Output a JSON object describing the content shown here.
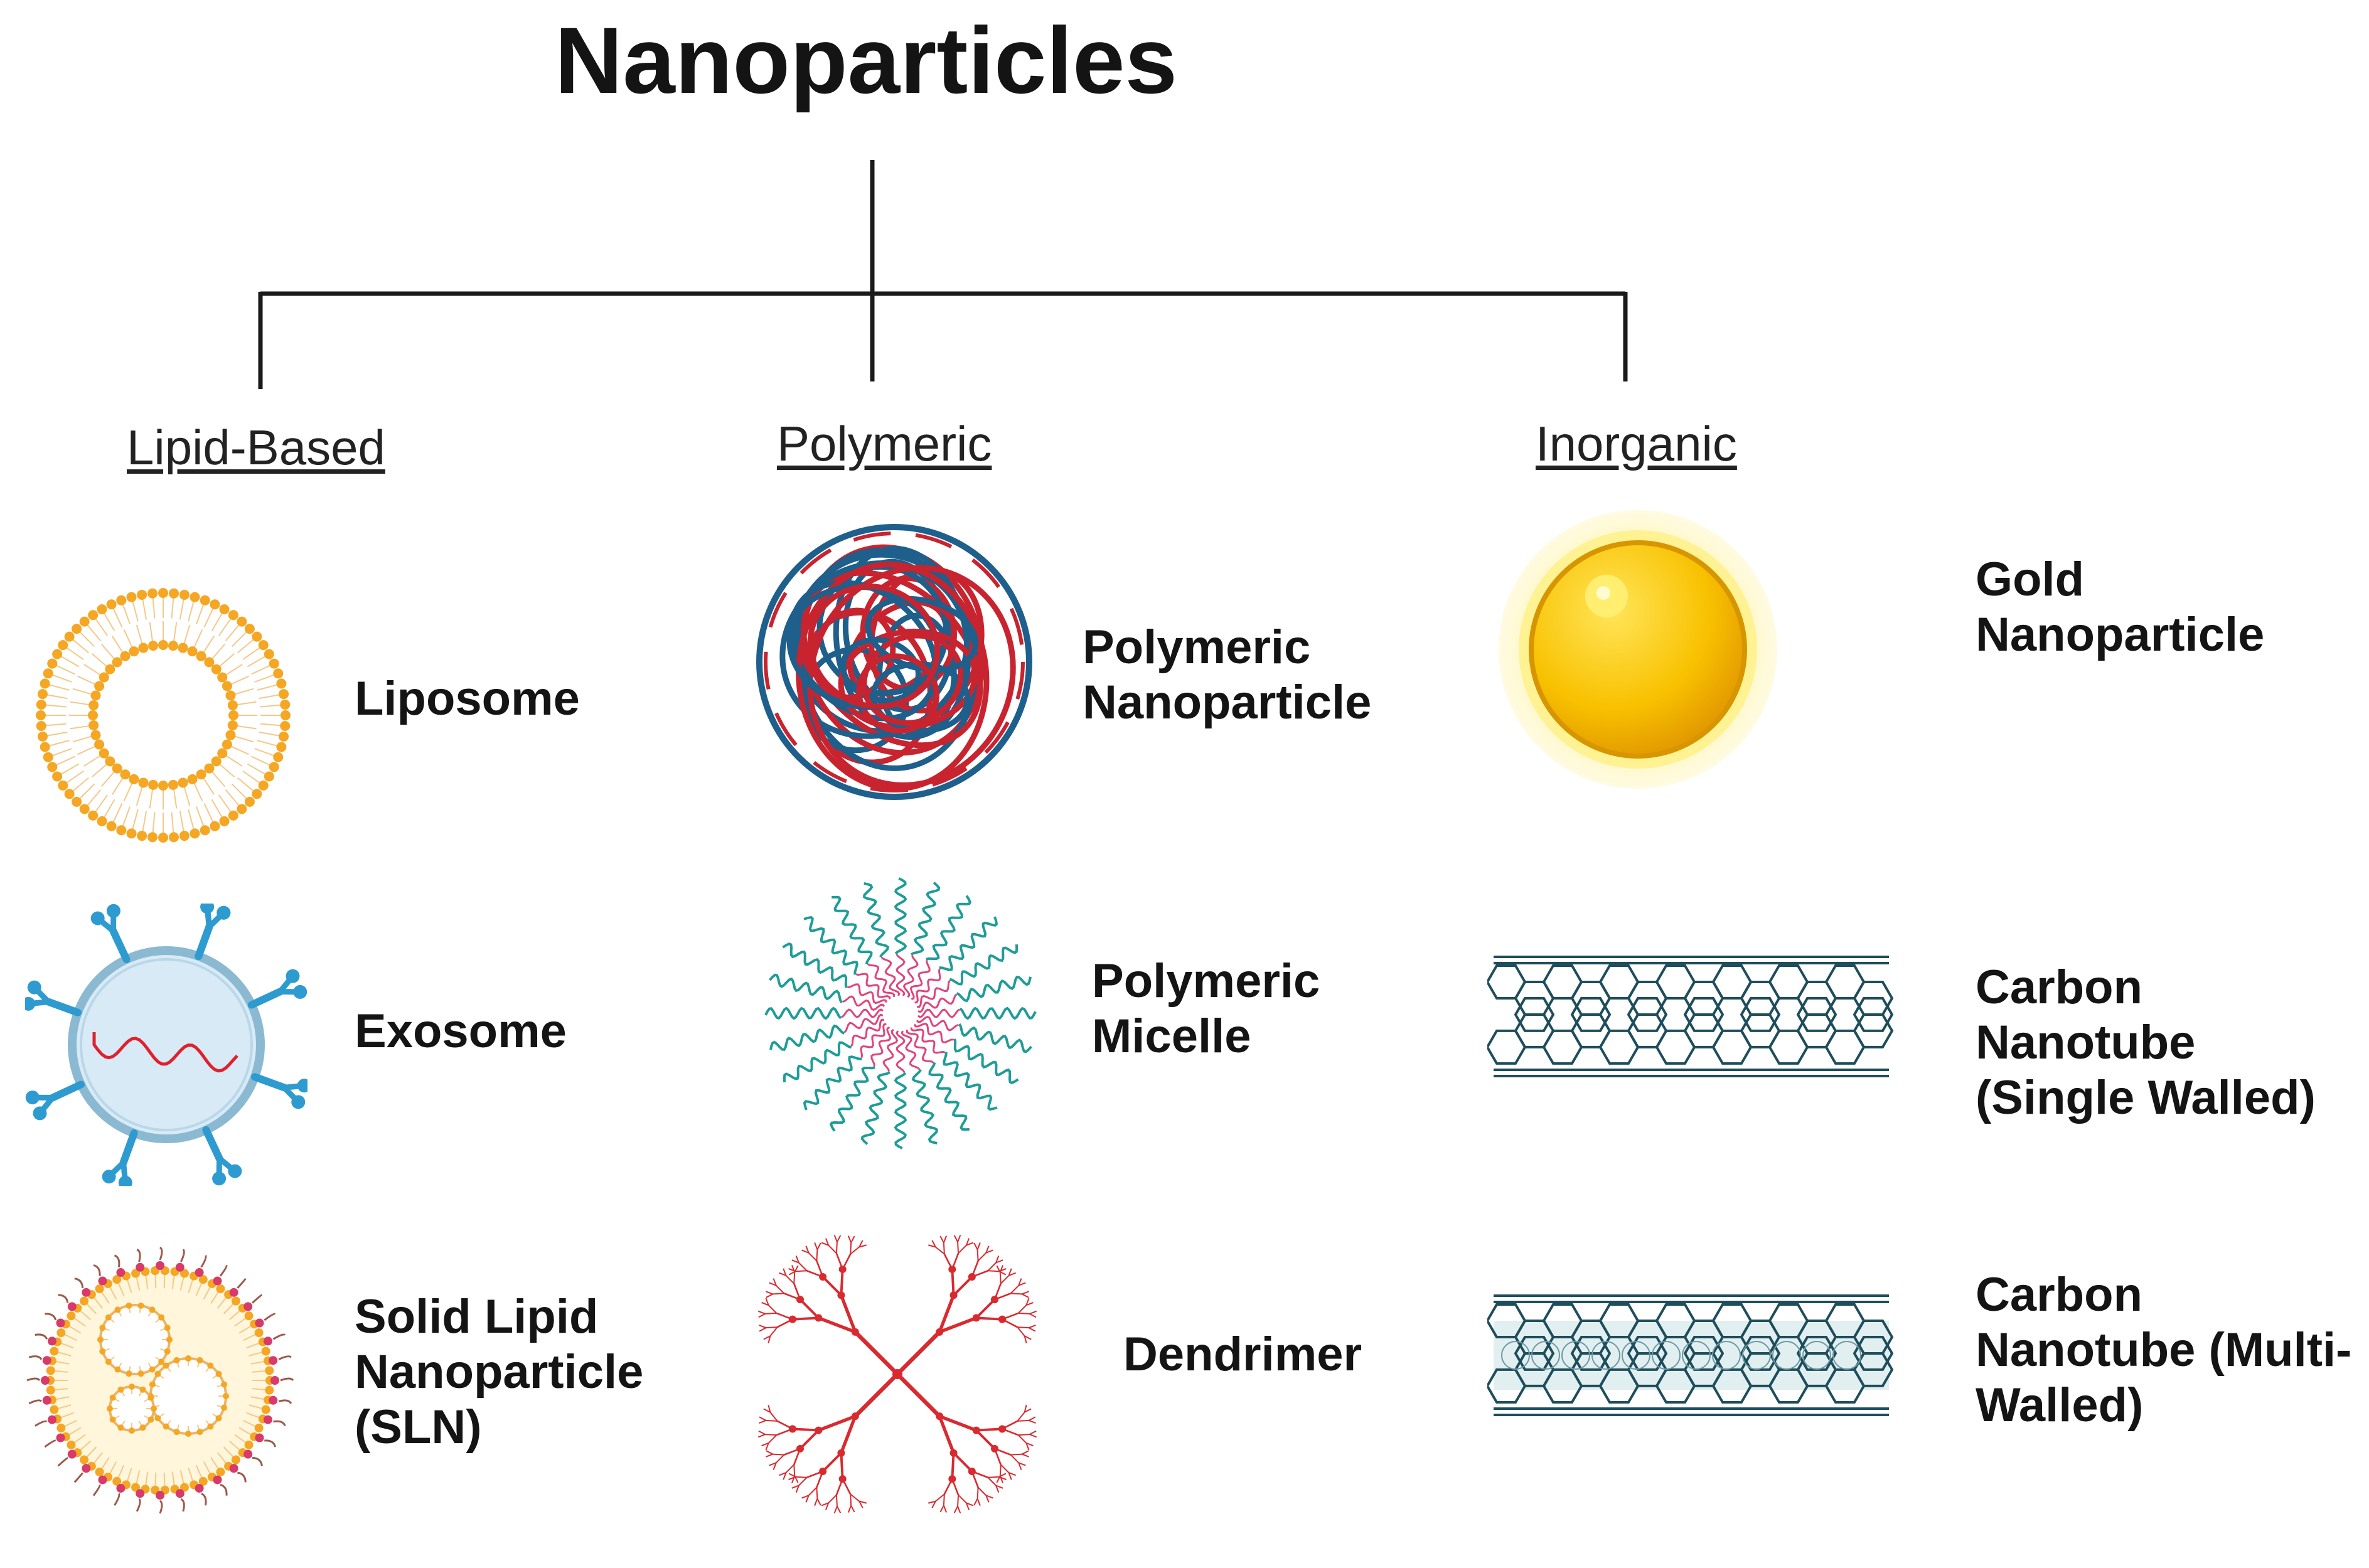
{
  "title": "Nanoparticles",
  "categories": [
    {
      "name": "Lipid-Based",
      "items": [
        {
          "icon": "liposome-icon",
          "lines": [
            "Liposome"
          ]
        },
        {
          "icon": "exosome-icon",
          "lines": [
            "Exosome"
          ]
        },
        {
          "icon": "solid-lipid-nanoparticle-icon",
          "lines": [
            "Solid Lipid",
            "Nanoparticle",
            "(SLN)"
          ]
        }
      ]
    },
    {
      "name": "Polymeric",
      "items": [
        {
          "icon": "polymeric-nanoparticle-icon",
          "lines": [
            "Polymeric",
            "Nanoparticle"
          ]
        },
        {
          "icon": "polymeric-micelle-icon",
          "lines": [
            "Polymeric",
            "Micelle"
          ]
        },
        {
          "icon": "dendrimer-icon",
          "lines": [
            "Dendrimer"
          ]
        }
      ]
    },
    {
      "name": "Inorganic",
      "items": [
        {
          "icon": "gold-nanoparticle-icon",
          "lines": [
            "Gold",
            "Nanoparticle"
          ]
        },
        {
          "icon": "carbon-nanotube-single-icon",
          "lines": [
            "Carbon",
            "Nanotube",
            "(Single Walled)"
          ]
        },
        {
          "icon": "carbon-nanotube-multi-icon",
          "lines": [
            "Carbon",
            "Nanotube (Multi-",
            "Walled)"
          ]
        }
      ]
    }
  ],
  "colors": {
    "lipid_orange": "#F5A623",
    "exosome_blue": "#2E9BD0",
    "polymer_red": "#C8242F",
    "polymer_blue": "#1E5F8C",
    "micelle_teal": "#1F9C98",
    "micelle_pink": "#E0447A",
    "gold": "#F8C100",
    "nanotube": "#1E4D5C",
    "dendrimer_red": "#D82A2F"
  }
}
